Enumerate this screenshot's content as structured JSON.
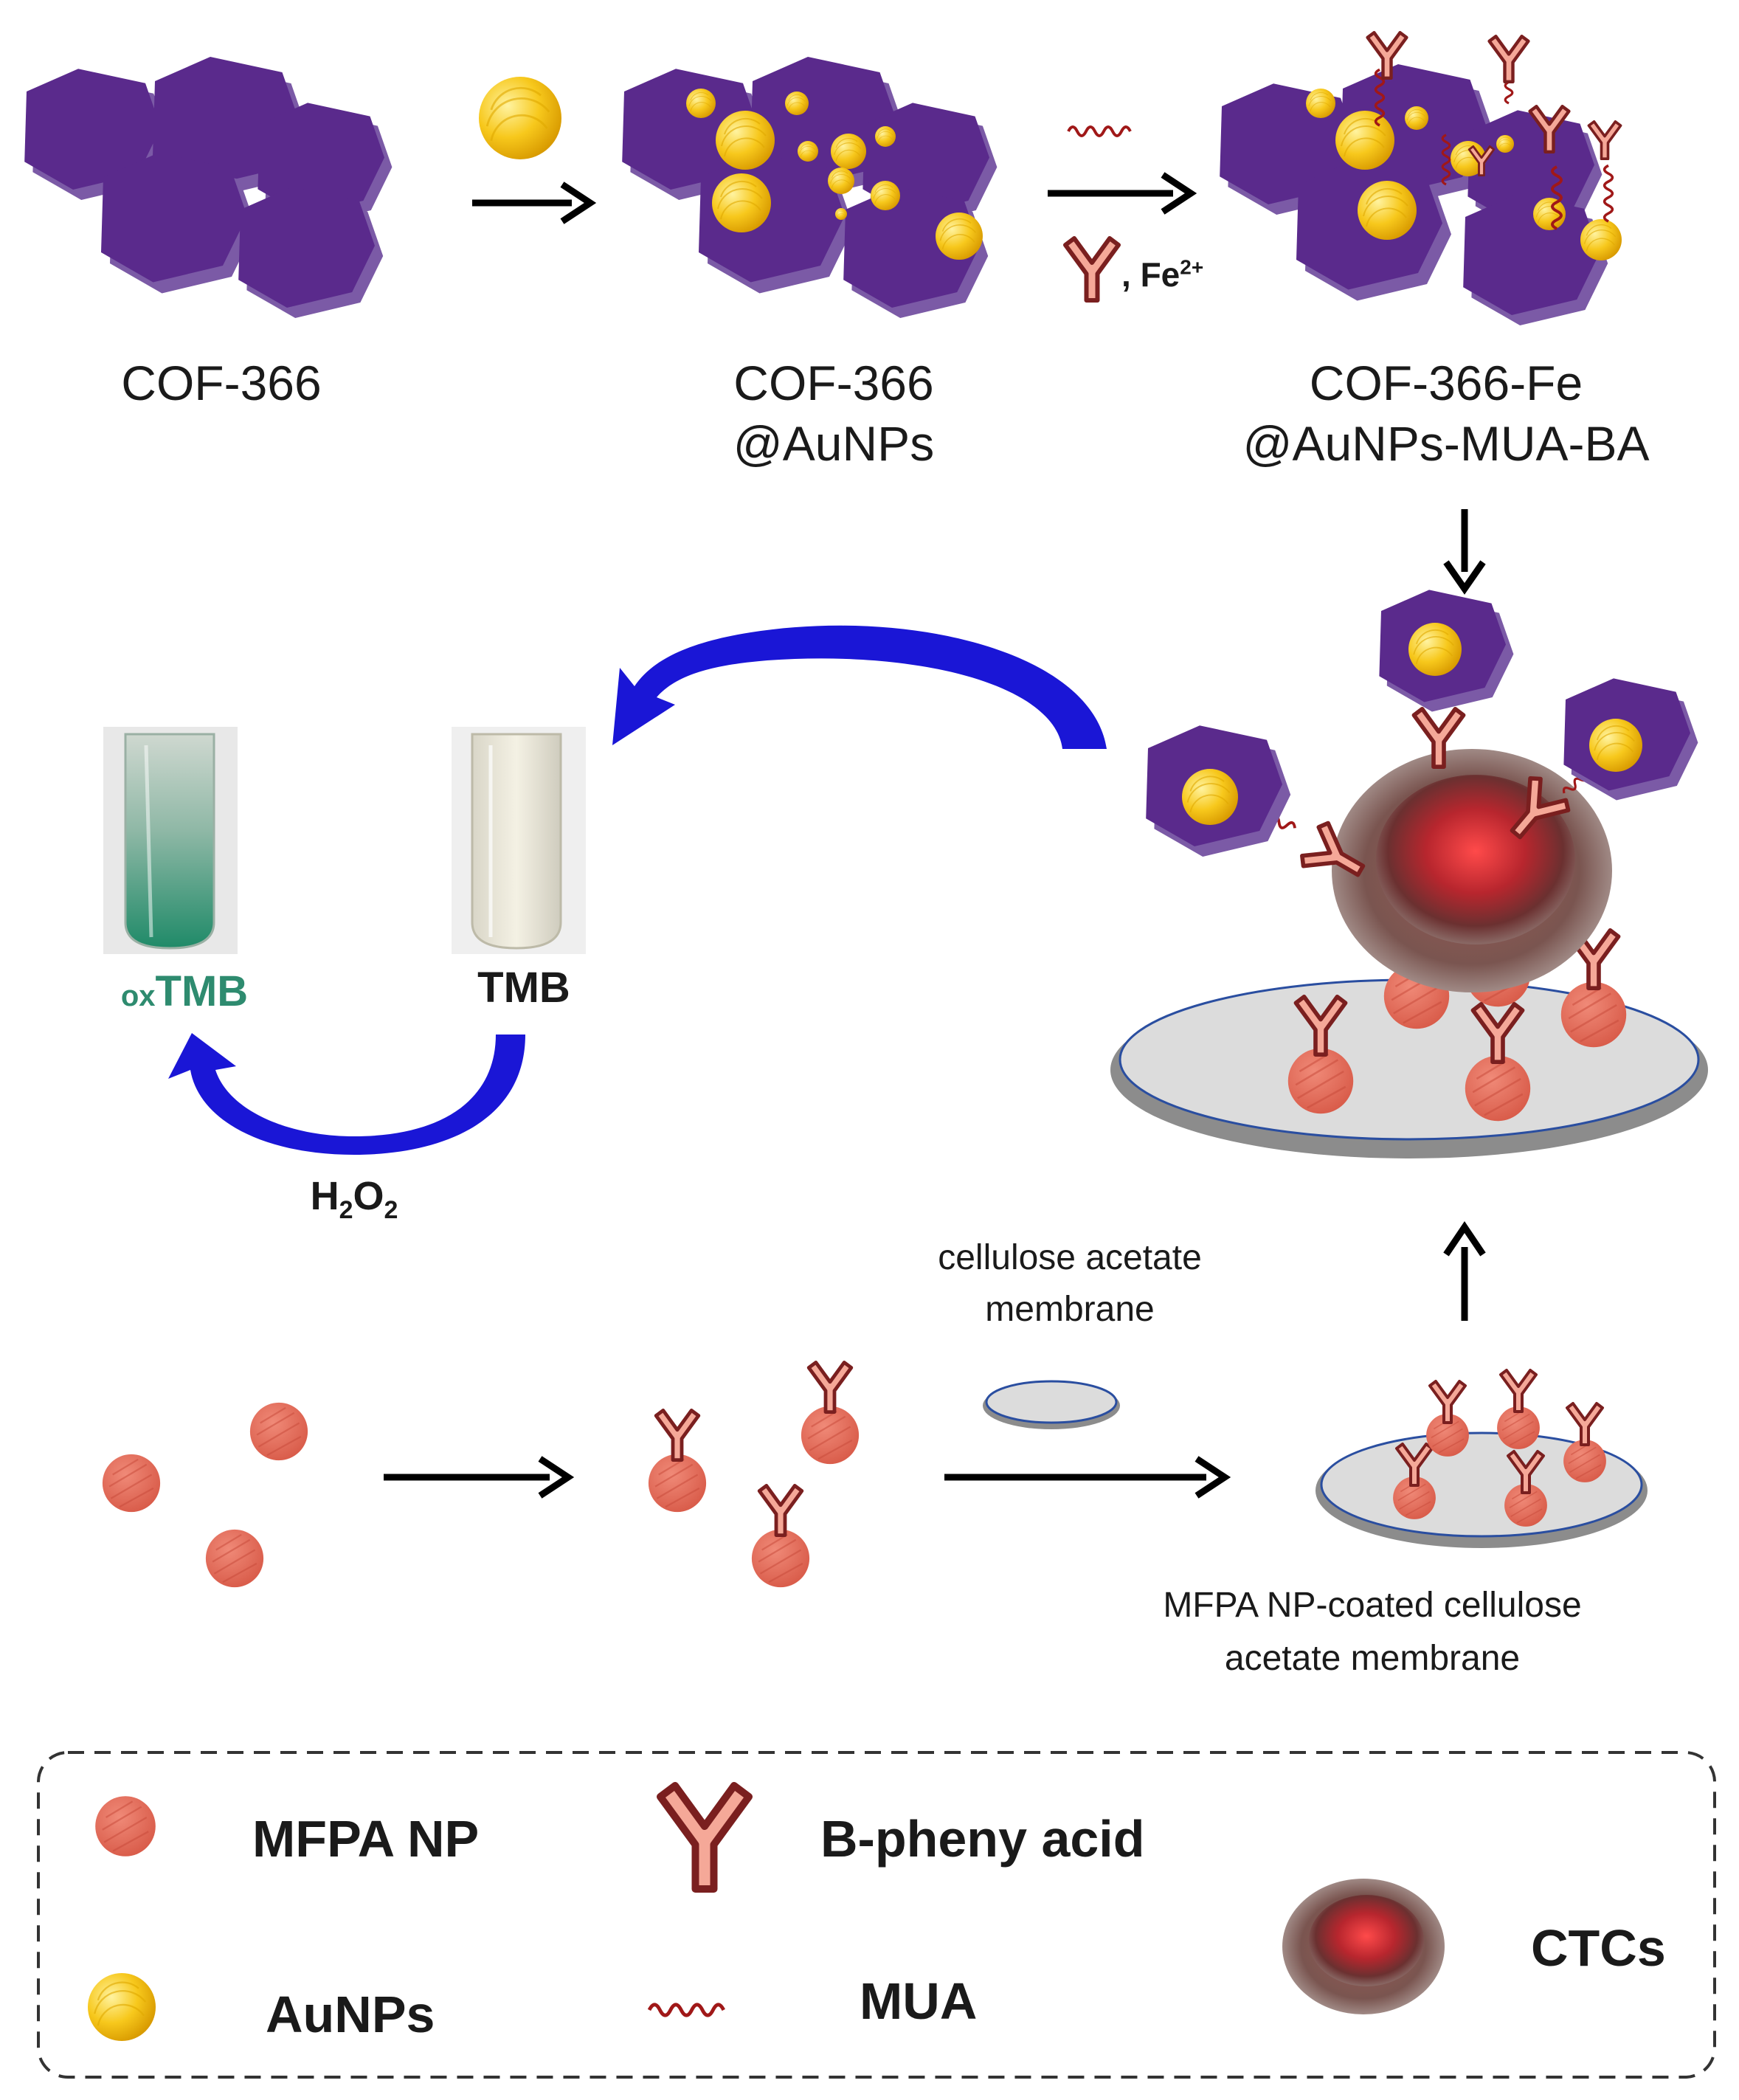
{
  "stages": {
    "cof": "COF-366",
    "cof_au_line1": "COF-366",
    "cof_au_line2": "@AuNPs",
    "cof_fe_line1": "COF-366-Fe",
    "cof_fe_line2": "@AuNPs-MUA-BA"
  },
  "reagents": {
    "fe": "Fe",
    "fe_charge": "2+",
    "fe_prefix": ","
  },
  "detection": {
    "ox_prefix": "ox",
    "ox_tmb": "TMB",
    "tmb": "TMB",
    "h2o2_h": "H",
    "h2o2_sub1": "2",
    "h2o2_o": "O",
    "h2o2_sub2": "2"
  },
  "membrane": {
    "label_line1": "cellulose acetate",
    "label_line2": "membrane",
    "coated_line1": "MFPA NP-coated cellulose",
    "coated_line2": "acetate membrane"
  },
  "legend": {
    "mfpa": "MFPA NP",
    "aunps": "AuNPs",
    "bpheny": "B-pheny acid",
    "mua": "MUA",
    "ctcs": "CTCs"
  },
  "colors": {
    "cof_purple": "#5a2a8c",
    "cof_shadow": "#7b5aa6",
    "gold": "#f5c518",
    "mfpa": "#e8705f",
    "arrow_blue": "#1a16d6",
    "ox_green": "#2e8b6f",
    "antibody_fill": "#f5a898",
    "antibody_edge": "#7a1f1f",
    "mua_red": "#a01818"
  }
}
